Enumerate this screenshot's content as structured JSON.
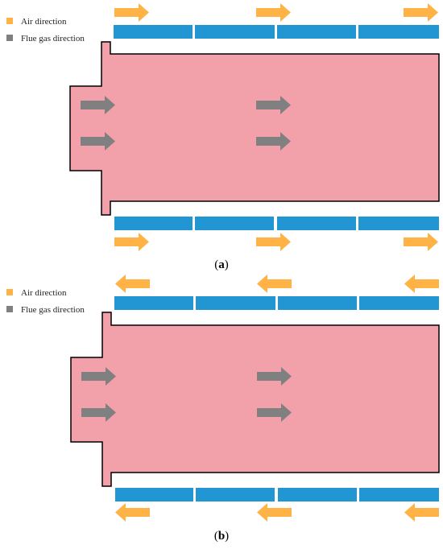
{
  "legend": {
    "air_label": "Air direction",
    "flue_label": "Flue gas direction"
  },
  "colors": {
    "air": "#ffb347",
    "flue_gas": "#808080",
    "duct": "#2196d3",
    "chamber": "#f2a0aa",
    "outline": "#000000"
  },
  "panels": [
    {
      "id": "a",
      "caption_open": "(",
      "caption_letter": "a",
      "caption_close": ")",
      "air_flow": "right"
    },
    {
      "id": "b",
      "caption_open": "(",
      "caption_letter": "b",
      "caption_close": ")",
      "air_flow": "left"
    }
  ]
}
